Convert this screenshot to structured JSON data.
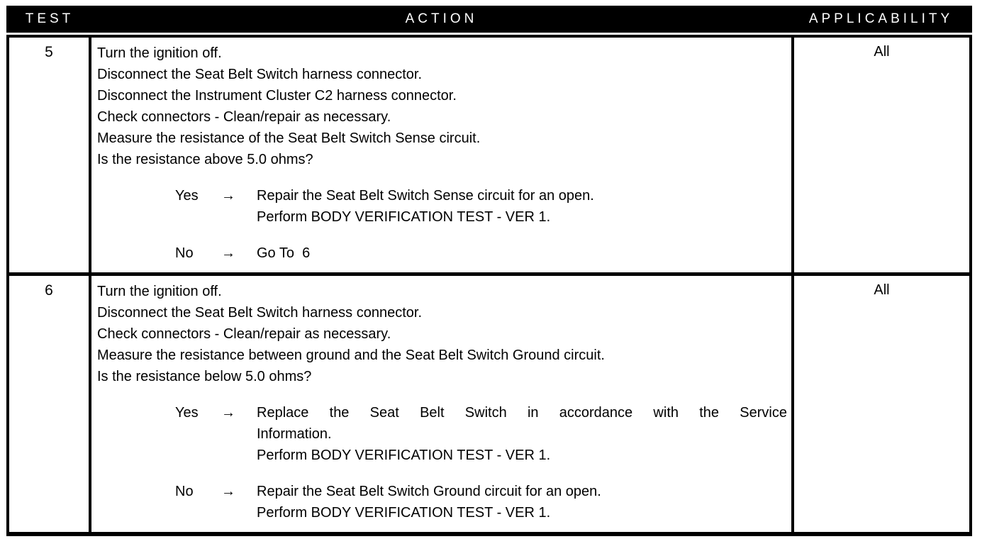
{
  "document": {
    "columns": [
      {
        "label": "TEST"
      },
      {
        "label": "ACTION"
      },
      {
        "label": "APPLICABILITY"
      }
    ],
    "rows": [
      {
        "test": "5",
        "applicability": "All",
        "action_lines": [
          "Turn the ignition off.",
          "Disconnect the Seat Belt Switch harness connector.",
          "Disconnect the Instrument Cluster C2 harness connector.",
          "Check connectors - Clean/repair as necessary.",
          "Measure the resistance of the Seat Belt Switch Sense circuit.",
          "Is the resistance above 5.0 ohms?"
        ],
        "results": [
          {
            "answer": "Yes",
            "arrow": "→",
            "lines": [
              "Repair the Seat Belt Switch Sense circuit for an open.",
              "Perform BODY VERIFICATION TEST - VER 1."
            ],
            "justify_lines": []
          },
          {
            "answer": "No",
            "arrow": "→",
            "lines": [
              "Go To  6"
            ],
            "justify_lines": []
          }
        ]
      },
      {
        "test": "6",
        "applicability": "All",
        "action_lines": [
          "Turn the ignition off.",
          "Disconnect the Seat Belt Switch harness connector.",
          "Check connectors - Clean/repair as necessary.",
          "Measure the resistance between ground and the Seat Belt Switch Ground circuit.",
          "Is the resistance below 5.0 ohms?"
        ],
        "results": [
          {
            "answer": "Yes",
            "arrow": "→",
            "lines": [
              "Replace the Seat Belt Switch in accordance with the Service",
              "Information.",
              "Perform BODY VERIFICATION TEST - VER 1."
            ],
            "justify_lines": [
              0
            ]
          },
          {
            "answer": "No",
            "arrow": "→",
            "lines": [
              "Repair the Seat Belt Switch Ground circuit for an open.",
              "Perform BODY VERIFICATION TEST - VER 1."
            ],
            "justify_lines": []
          }
        ]
      }
    ]
  }
}
